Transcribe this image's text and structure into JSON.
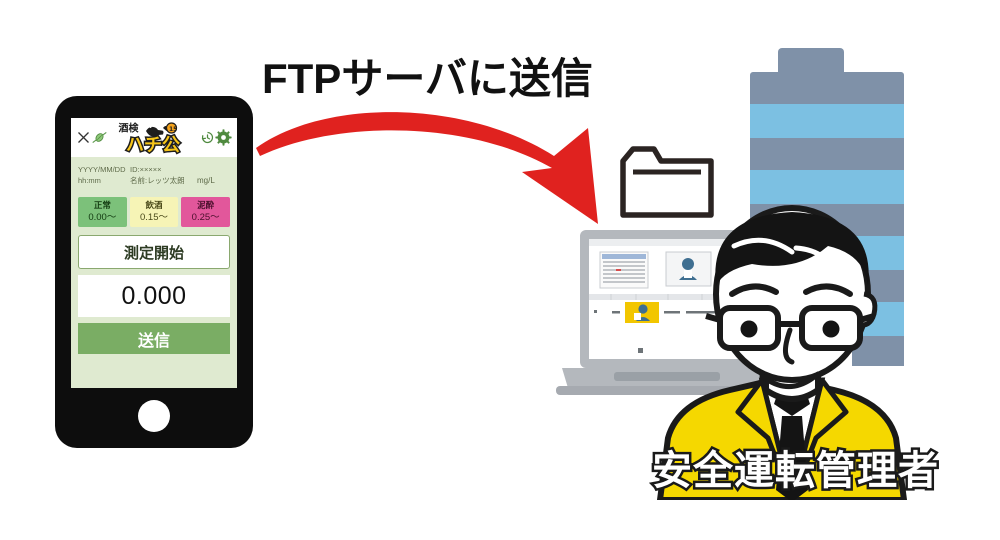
{
  "headline": "FTPサーバに送信",
  "caption": "安全運転管理者",
  "phone": {
    "app_bar": {
      "close_label": "×",
      "mouthpiece_icon": "mouthpiece-icon",
      "history_icon": "history-icon",
      "settings_icon": "gear-icon",
      "logo_top": "酒検ハチ公",
      "logo_main": "ハチ公"
    },
    "info": {
      "datetime": "YYYY/MM/DD",
      "time": "hh:mm",
      "id": "ID:×××××",
      "name": "名前:レッツ太朗",
      "unit": "mg/L"
    },
    "badges": [
      {
        "label": "正常",
        "value": "0.00～",
        "color": "#7cc17a"
      },
      {
        "label": "飲酒",
        "value": "0.15～",
        "color": "#f6f4b6"
      },
      {
        "label": "泥酔",
        "value": "0.25～",
        "color": "#e2579b"
      }
    ],
    "measure_button": "測定開始",
    "reading": "0.000",
    "send_button": "送信"
  },
  "arrow": {
    "name": "send-arrow",
    "color": "#e0221f"
  },
  "folder": {
    "name": "folder-icon",
    "color": "#2b2422"
  },
  "server": {
    "name": "ftp-server-building",
    "band_dark": "#7f91a8",
    "band_light": "#7cc0e2"
  },
  "laptop": {
    "name": "manager-laptop",
    "body_color": "#b4b8bd",
    "screen_color": "#ffffff",
    "row_highlight": "#f2c600"
  },
  "person": {
    "name": "safe-driving-manager",
    "hair_color": "#141414",
    "jacket_color": "#f5d800",
    "tie_color": "#141414"
  }
}
